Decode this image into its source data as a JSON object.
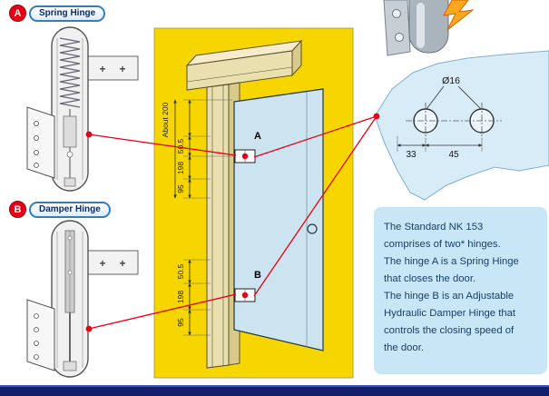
{
  "sections": {
    "a": {
      "badge": "A",
      "title": "Spring Hinge"
    },
    "b": {
      "badge": "B",
      "title": "Damper Hinge"
    }
  },
  "drawing": {
    "plus": "+"
  },
  "diagram": {
    "marker_a": "A",
    "marker_b": "B",
    "dims_top": [
      "About 200",
      "50.5",
      "198",
      "95"
    ],
    "dims_bottom": [
      "50.5",
      "198",
      "95"
    ]
  },
  "detail": {
    "diameter": "Ø16",
    "dim_left": "33",
    "dim_right": "45"
  },
  "description": {
    "lines": [
      "The Standard NK 153",
      "comprises of two* hinges.",
      "The hinge A is a Spring Hinge",
      "that closes the door.",
      "The hinge B is an Adjustable",
      "Hydraulic Damper Hinge that",
      "controls the closing speed of",
      "the door."
    ]
  },
  "colors": {
    "panel_yellow": "#F7D600",
    "callout_red": "#E60014",
    "info_box_blue": "#C9E6F7",
    "footer_navy": "#141F6B",
    "glass_blue": "#CBE4EF",
    "wood_tan": "#EADFAE",
    "pill_border_blue": "#2F7FC1"
  }
}
